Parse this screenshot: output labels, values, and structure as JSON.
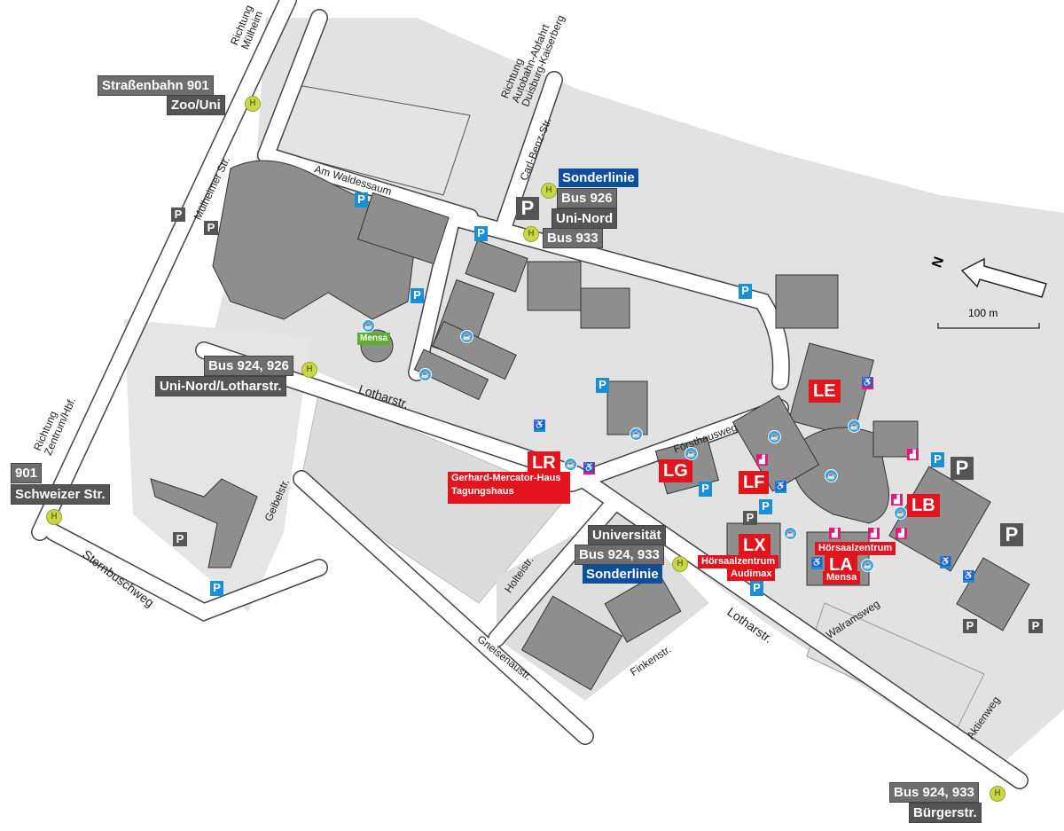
{
  "transit_stops": {
    "zoo_uni": {
      "line": "Straßenbahn 901",
      "name": "Zoo/Uni"
    },
    "uni_nord": {
      "special": "Sonderlinie",
      "line1": "Bus 926",
      "name": "Uni-Nord",
      "line2": "Bus 933"
    },
    "uni_nord_lothar": {
      "line": "Bus 924, 926",
      "name": "Uni-Nord/Lotharstr."
    },
    "schweizer": {
      "line": "901",
      "name": "Schweizer Str."
    },
    "universitaet": {
      "name": "Universität",
      "line": "Bus 924, 933",
      "special": "Sonderlinie"
    },
    "buerger": {
      "line": "Bus 924, 933",
      "name": "Bürgerstr."
    },
    "stop_symbol": "H"
  },
  "buildings": {
    "le": "LE",
    "lg": "LG",
    "lf": "LF",
    "lb": "LB",
    "lx": {
      "code": "LX",
      "sub1": "Hörsaalzentrum",
      "sub2": "Audimax"
    },
    "la": {
      "code": "LA",
      "sub1": "Hörsaalzentrum",
      "sub2": "Mensa"
    },
    "lr": {
      "code": "LR",
      "sub1": "Gerhard-Mercator-Haus",
      "sub2": "Tagungshaus"
    },
    "mensa_north": "Mensa"
  },
  "streets": {
    "muelheimer": "Mülheimer Str.",
    "waldessaum": "Am Waldessaum",
    "carl_benz": "Carl-Benz-Str.",
    "lothar1": "Lotharstr.",
    "lothar2": "Lotharstr.",
    "forsthaus": "Forsthausweg",
    "geibel": "Geibelstr.",
    "holtei": "Holteistr.",
    "gneisenau": "Gneisenaustr.",
    "finken": "Finkenstr.",
    "walrams": "Walramsweg",
    "aktien": "Aktienweg",
    "sternbusch": "Sternbuschweg"
  },
  "directions": {
    "muelheim": [
      "Richtung",
      "Mülheim"
    ],
    "autobahn": [
      "Richtung",
      "Autobahn-Abfahrt",
      "Duisburg-Kaiserberg"
    ],
    "zentrum": [
      "Richtung",
      "Zentrum/Hbf."
    ]
  },
  "legend": {
    "north": "N",
    "scale": "100 m",
    "parking": "P"
  },
  "colors": {
    "label_red": "#e3141e",
    "sonderlinie_blue": "#0d4f9c",
    "stop_gray": "#6e6e6e",
    "mensa_green": "#5fae2e",
    "accessible_blue": "#1a8fd6",
    "stairs_magenta": "#e5197c"
  }
}
